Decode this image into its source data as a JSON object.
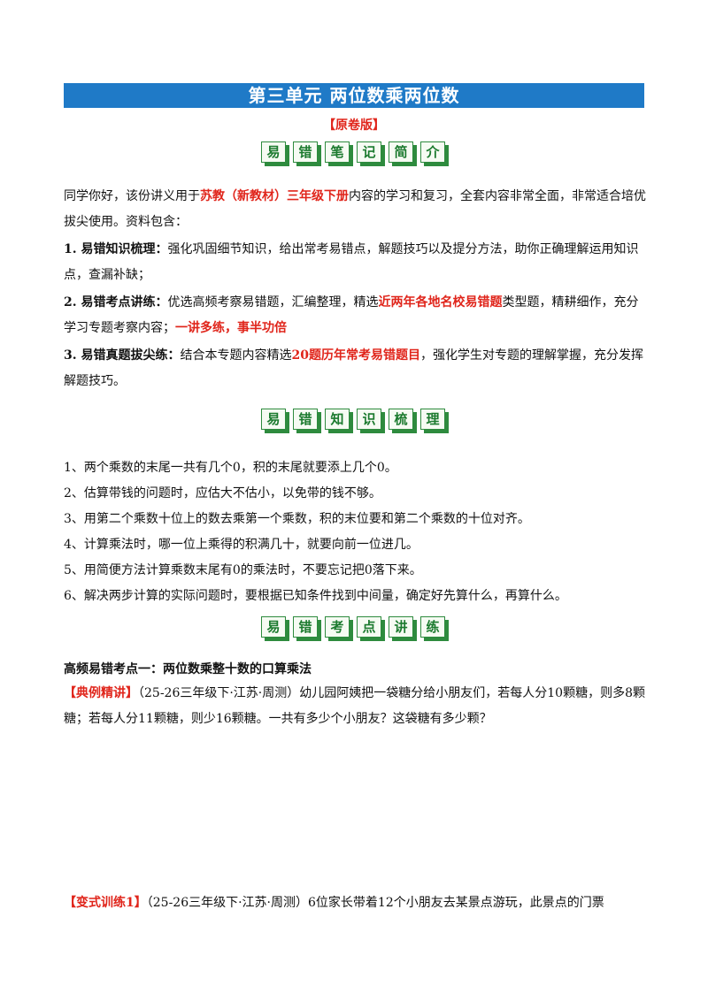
{
  "title": "第三单元  两位数乘两位数",
  "edition": "【原卷版】",
  "banner1": [
    "易",
    "错",
    "笔",
    "记",
    "简",
    "介"
  ],
  "banner2": [
    "易",
    "错",
    "知",
    "识",
    "梳",
    "理"
  ],
  "banner3": [
    "易",
    "错",
    "考",
    "点",
    "讲",
    "练"
  ],
  "intro": {
    "p1_a": "同学你好，该份讲义用于",
    "p1_red": "苏教（新教材）三年级下册",
    "p1_b": "内容的学习和复习，全套内容非常全面，非常适合培优拔尖使用。资料包含：",
    "item1_label": "1. 易错知识梳理：",
    "item1_text": "强化巩固细节知识，给出常考易错点，解题技巧以及提分方法，助你正确理解运用知识点，查漏补缺；",
    "item2_label": "2. 易错考点讲练：",
    "item2_a": "优选高频考察易错题，汇编整理，精选",
    "item2_red1": "近两年各地名校易错题",
    "item2_b": "类型题，精耕细作，充分学习专题考察内容；",
    "item2_red2": "一讲多练，事半功倍",
    "item3_label": "3. 易错真题拔尖练：",
    "item3_a": "结合本专题内容精选",
    "item3_red": "20题历年常考易错题目",
    "item3_b": "，强化学生对专题的理解掌握，充分发挥解题技巧。"
  },
  "knowledge": [
    "1、两个乘数的末尾一共有几个0，积的末尾就要添上几个0。",
    "2、估算带钱的问题时，应估大不估小，以免带的钱不够。",
    "3、用第二个乘数十位上的数去乘第一个乘数，积的末位要和第二个乘数的十位对齐。",
    "4、计算乘法时，哪一位上乘得的积满几十，就要向前一位进几。",
    "5、用简便方法计算乘数末尾有0的乘法时，不要忘记把0落下来。",
    "6、解决两步计算的实际问题时，要根据已知条件找到中间量，确定好先算什么，再算什么。"
  ],
  "point1_title": "高频易错考点一：两位数乘整十数的口算乘法",
  "example": {
    "label": "【典例精讲】",
    "text": "（25-26三年级下·江苏·周测）幼儿园阿姨把一袋糖分给小朋友们，若每人分10颗糖，则多8颗糖；若每人分11颗糖，则少16颗糖。一共有多少个小朋友？这袋糖有多少颗？"
  },
  "variant1": {
    "label": "【变式训练1】",
    "text": "（25-26三年级下·江苏·周测）6位家长带着12个小朋友去某景点游玩，此景点的门票"
  }
}
